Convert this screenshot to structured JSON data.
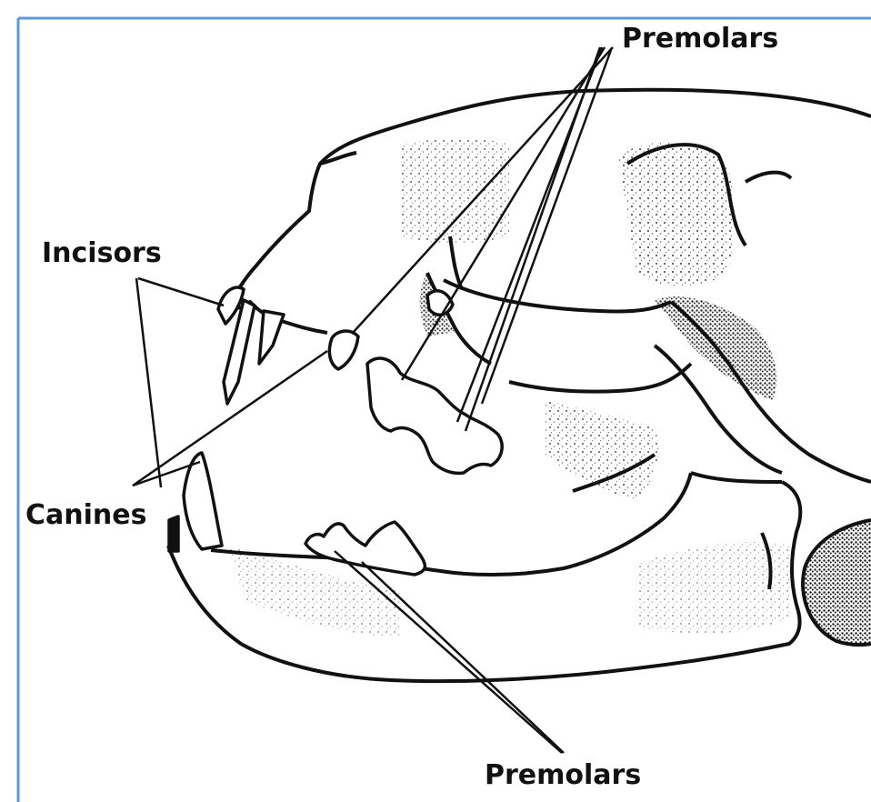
{
  "labels": {
    "premolars_top": "Premolars",
    "incisors": "Incisors",
    "canines": "Canines",
    "premolars_bottom": "Premolars"
  },
  "colors": {
    "frame_border": "#5b9bd5",
    "ink": "#111111",
    "background": "#ffffff"
  }
}
